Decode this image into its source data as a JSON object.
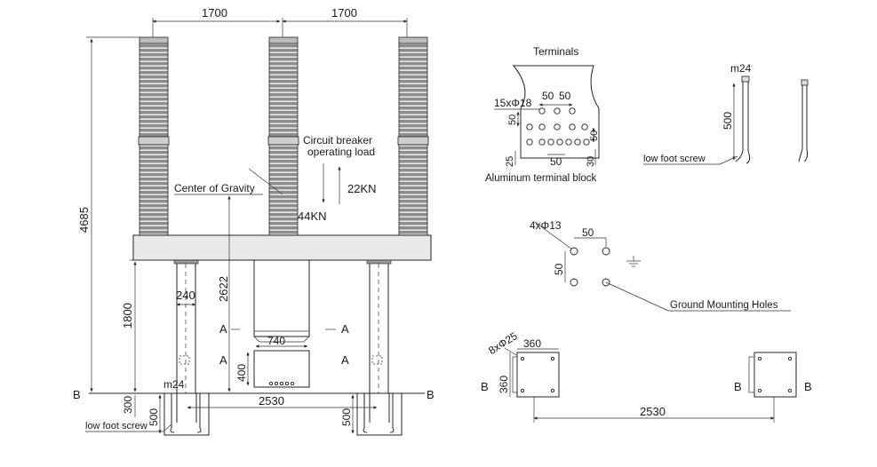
{
  "front_view": {
    "dim_spacing_left": "1700",
    "dim_spacing_right": "1700",
    "dim_total_height": "4685",
    "dim_support_height": "1800",
    "dim_base_offset": "300",
    "dim_cog_height": "2622",
    "dim_column_width": "240",
    "dim_box_width": "740",
    "dim_box_height": "400",
    "dim_foot_spacing": "2530",
    "dim_foot_left": "500",
    "dim_foot_right": "500",
    "bolt_label": "m24",
    "foot_screw_label": "low foot screw",
    "cog_label": "Center of Gravity",
    "load_title_line1": "Circuit breaker",
    "load_title_line2": "operating load",
    "load_up": "22KN",
    "load_down": "44KN",
    "section_a": "A",
    "section_b": "B"
  },
  "terminal_detail": {
    "title": "Terminals",
    "holes_label": "15xΦ18",
    "dim_pitch_1": "50",
    "dim_pitch_2": "50",
    "dim_row_1": "50",
    "dim_row_2": "50",
    "dim_bottom": "50",
    "dim_edge_left": "25",
    "dim_edge_right": "30",
    "caption": "Aluminum terminal block"
  },
  "screw_detail": {
    "size_label": "m24",
    "length_label": "500",
    "caption": "low foot screw"
  },
  "mounting_detail": {
    "holes_label": "4xΦ13",
    "dim_horizontal": "50",
    "dim_vertical": "50",
    "caption": "Ground Mounting Holes"
  },
  "base_plan": {
    "holes_label": "8xΦ25",
    "dim_plate_width": "360",
    "dim_plate_height": "360",
    "dim_spacing": "2530",
    "section_b": "B"
  }
}
